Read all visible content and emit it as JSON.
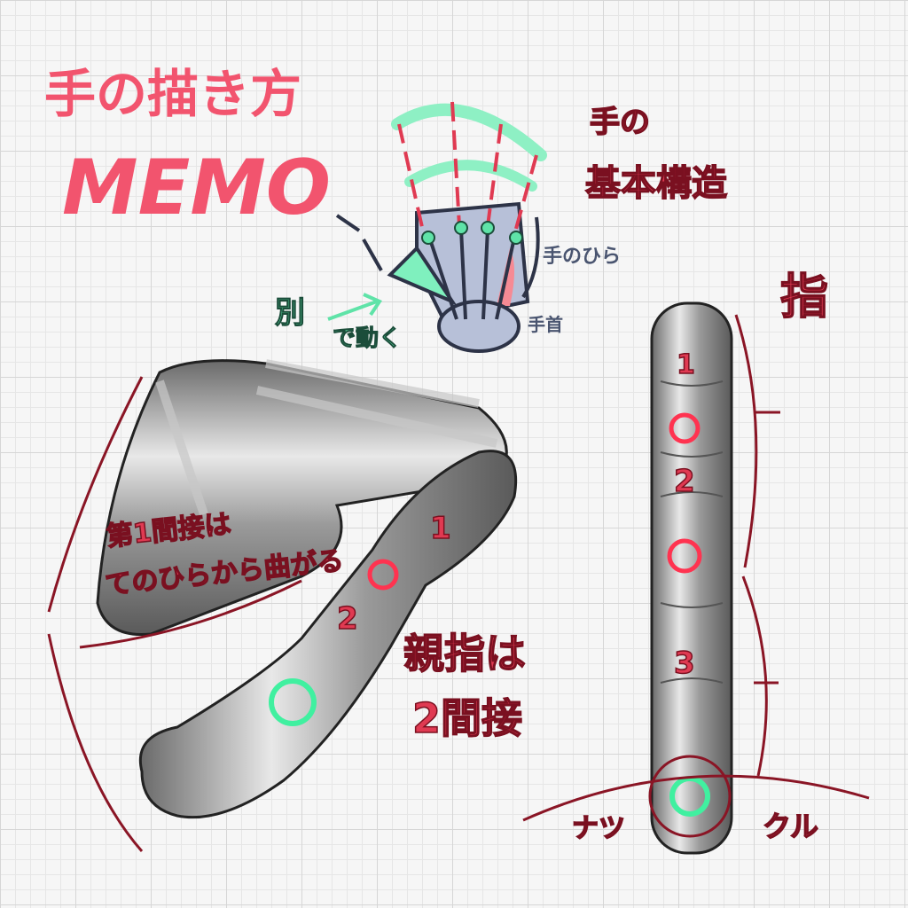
{
  "title": {
    "line1": "手の描き方",
    "line2": "MEMO"
  },
  "structure_label": {
    "line1": "手の",
    "line2": "基本構造"
  },
  "palm_label": "手のひら",
  "wrist_label": "手首",
  "separate_label": {
    "line1": "別",
    "line2": "で動く"
  },
  "finger_label": "指",
  "finger_segments": [
    "1",
    "2",
    "3"
  ],
  "first_joint_note": {
    "line1": "第1間接は",
    "line2": "てのひらから曲がる"
  },
  "thumb_segments": [
    "1",
    "2"
  ],
  "thumb_note": {
    "line1": "親指は",
    "line2": "2間接"
  },
  "knuckle_label": {
    "left": "ナツ",
    "right": "クル"
  },
  "colors": {
    "title": "#f2546e",
    "annotation": "#e03a52",
    "green": "#5fe3a8",
    "palm": "#b7c0d8",
    "bone": "#8a8a8a"
  }
}
